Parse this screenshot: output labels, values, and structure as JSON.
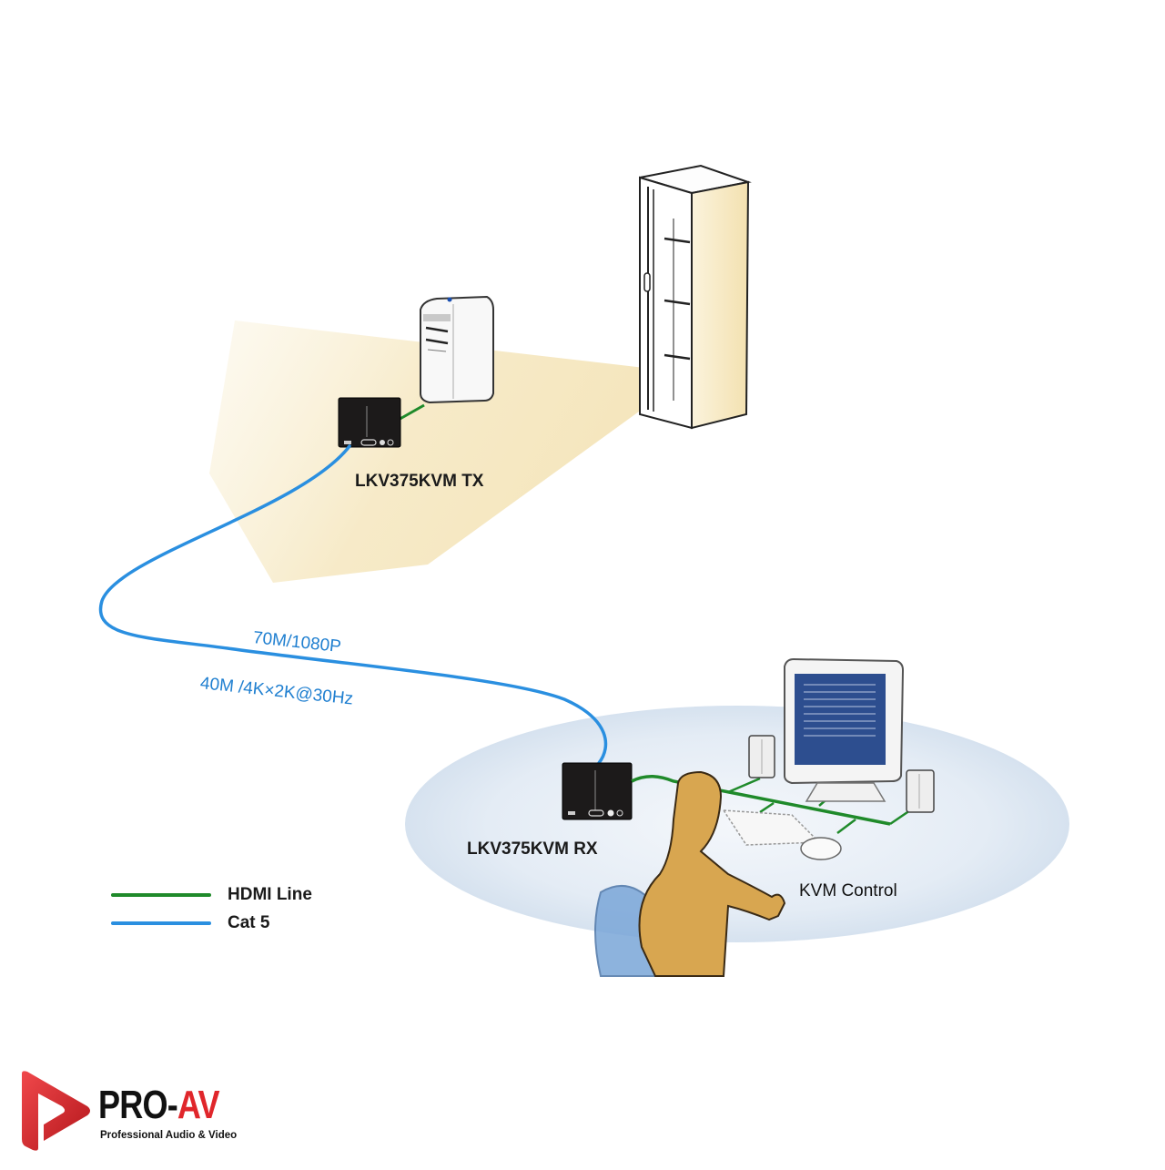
{
  "diagram": {
    "title": "LKV375KVM HDMI KVM Extender Connection Diagram",
    "devices": {
      "transmitter_label": "LKV375KVM TX",
      "receiver_label": "LKV375KVM RX",
      "kvm_label": "KVM Control"
    },
    "cable": {
      "spec_1080p": "70M/1080P",
      "spec_4k": "40M /4K×2K@30Hz"
    },
    "legend": [
      {
        "label": "HDMI Line",
        "color": "#1f8a2a"
      },
      {
        "label": "Cat 5",
        "color": "#2a8fe0"
      }
    ],
    "colors": {
      "hdmi_line": "#1f8a2a",
      "cat5_line": "#2a8fe0",
      "beam": "#f7ecc8",
      "floor_disc": "#e6eef8",
      "person": "#d8a650",
      "chair": "#7aa6d8",
      "monitor_screen": "#2d4e8f"
    }
  },
  "logo": {
    "brand_pro": "PRO-",
    "brand_av": "AV",
    "tagline": "Professional Audio & Video",
    "brand_color": "#e0262b"
  }
}
